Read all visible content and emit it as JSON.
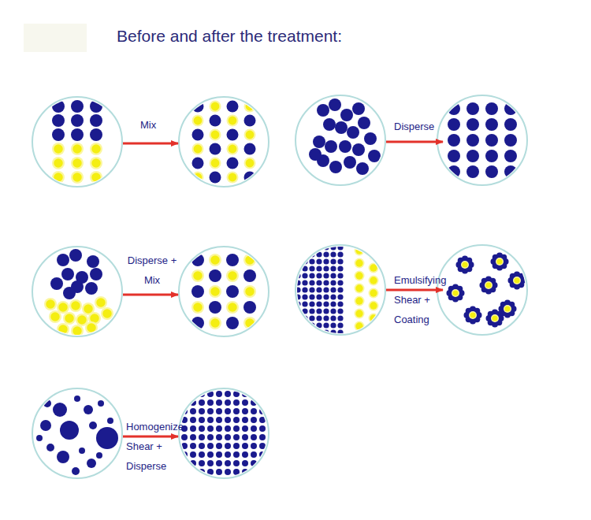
{
  "diagram": {
    "title": "Before and after the treatment:",
    "labels": [
      "Mix",
      "Disperse",
      "Disperse + Mix",
      "Emulsifying Shear + Coating",
      "Homogenize Shear + Disperse"
    ]
  }
}
